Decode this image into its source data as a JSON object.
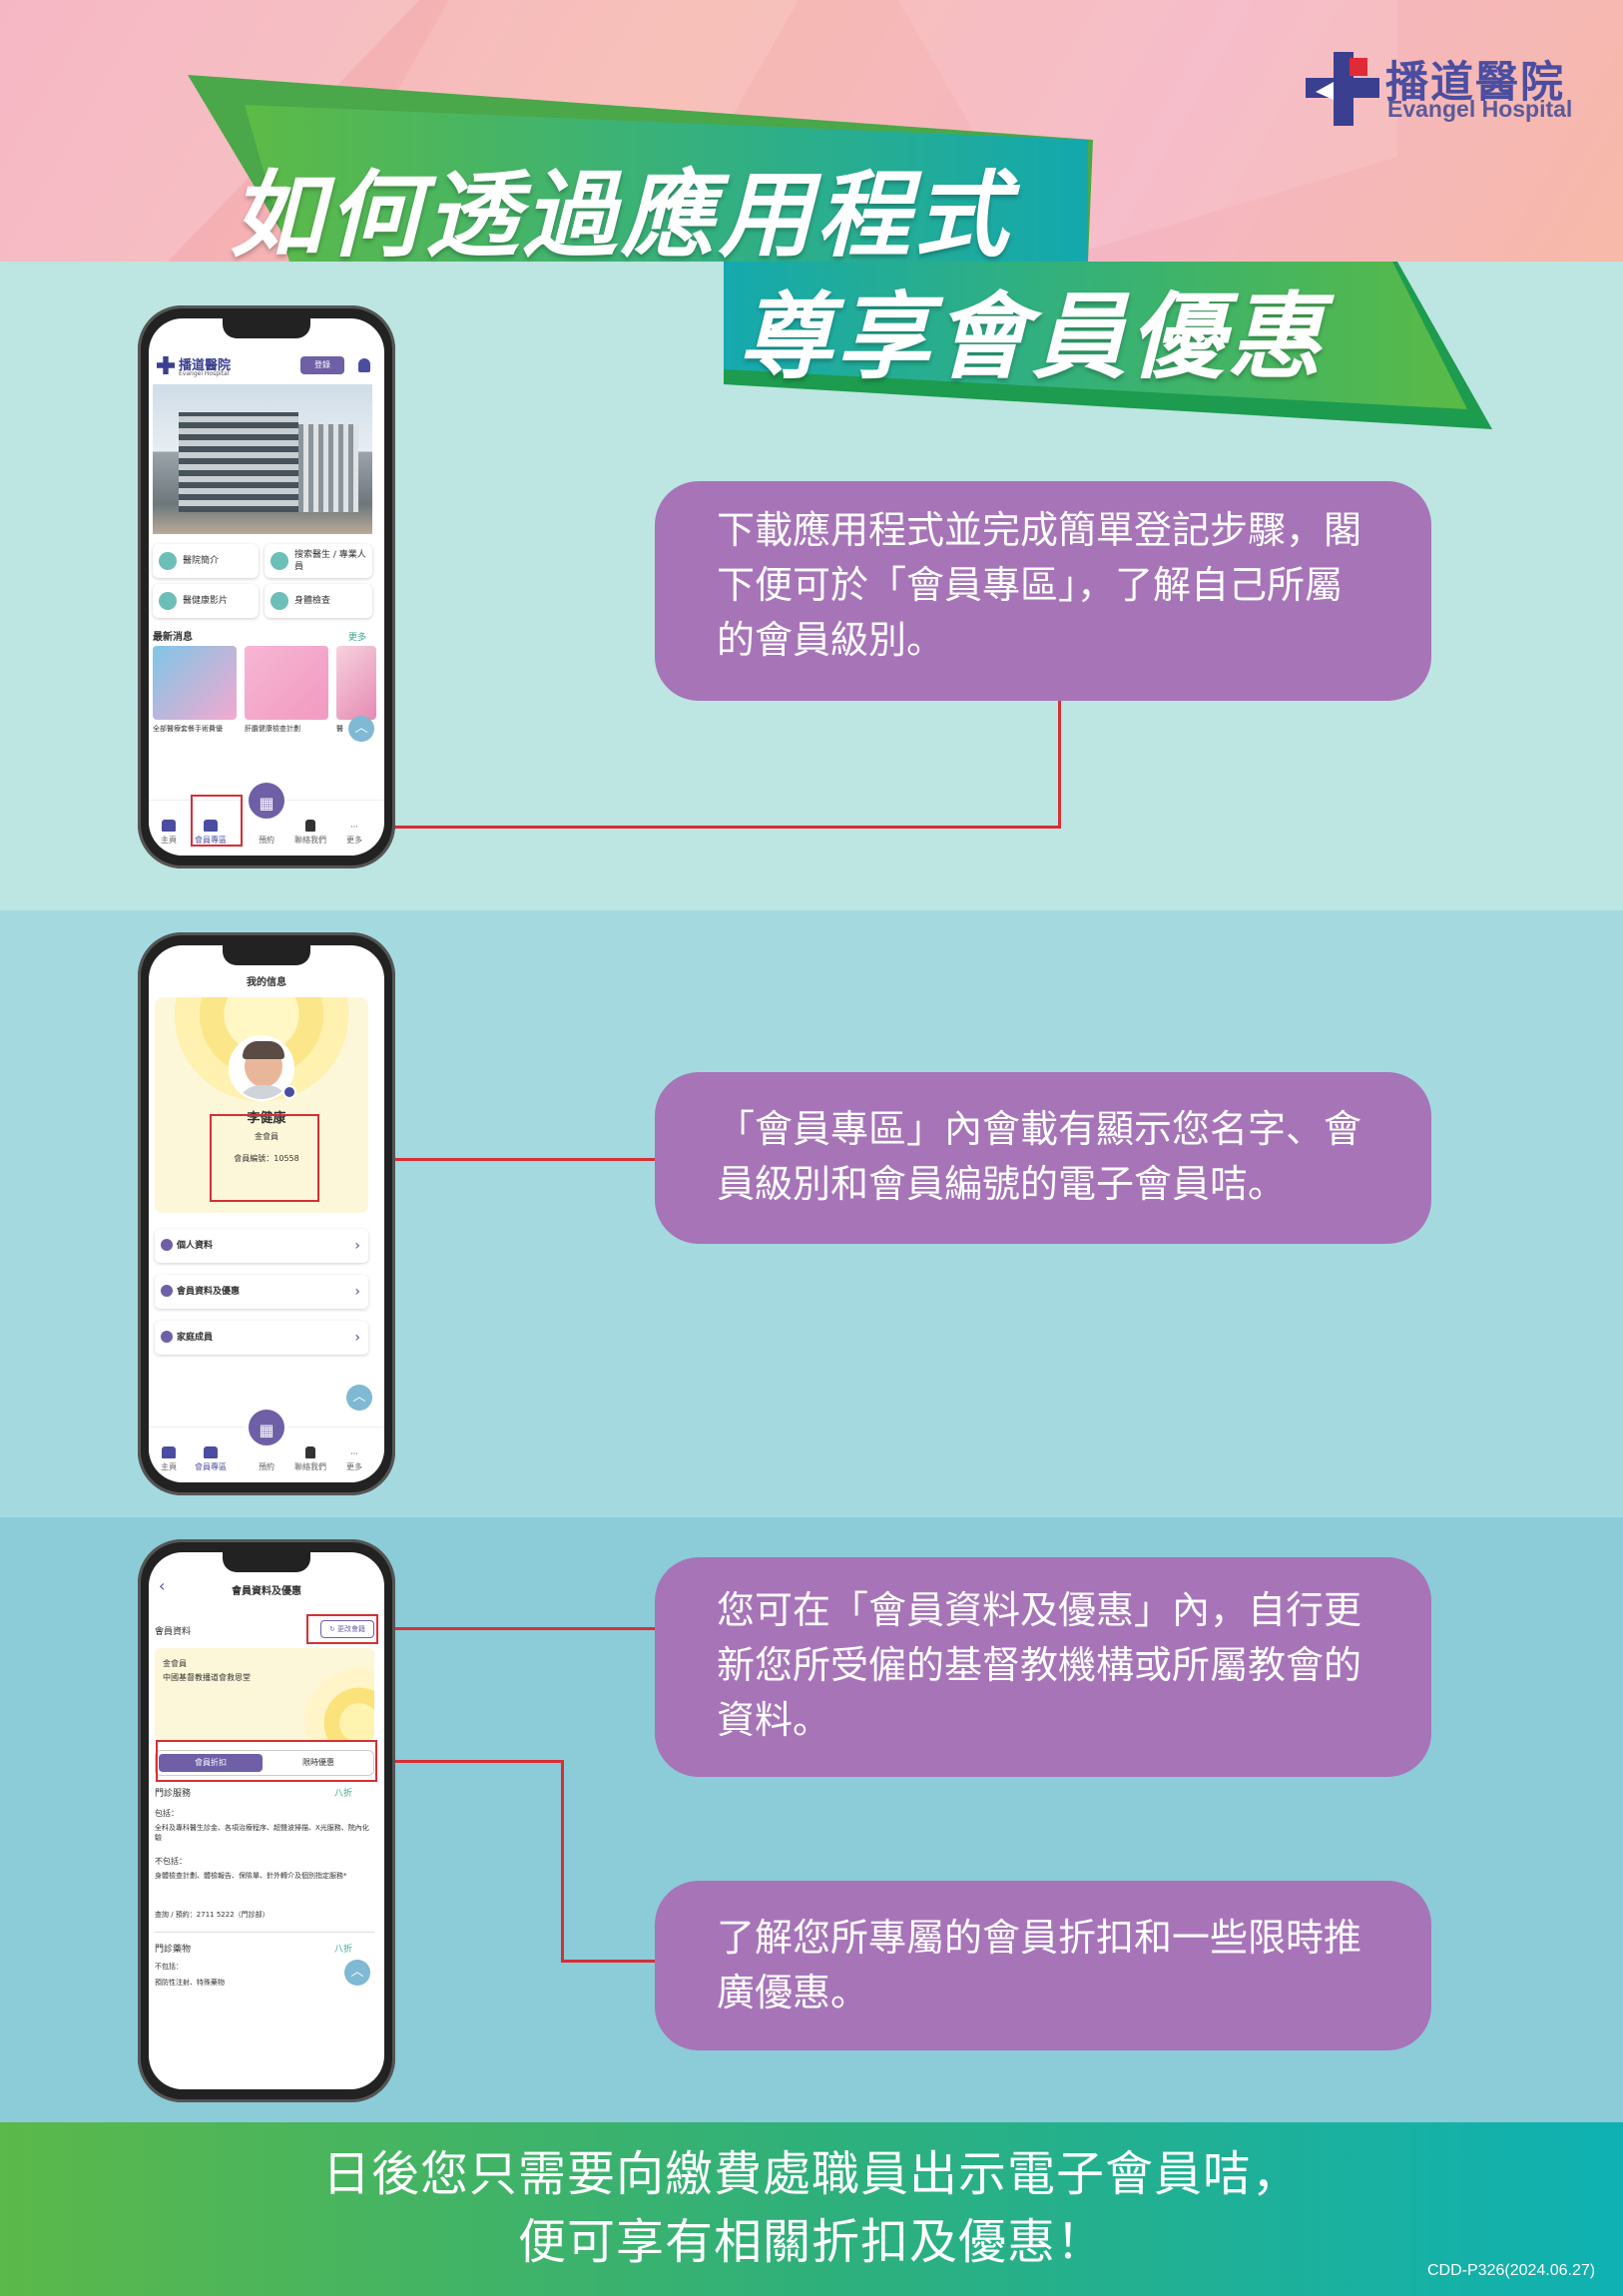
{
  "logo": {
    "name_cn": "播道醫院",
    "name_en": "Evangel Hospital"
  },
  "title": {
    "line1": "如何透過應用程式",
    "line2": "尊享會員優惠"
  },
  "steps": [
    {
      "text": "下載應用程式並完成簡單登記步驟，閣下便可於「會員專區」，了解自己所屬的會員級別。"
    },
    {
      "text": "「會員專區」內會載有顯示您名字、會員級別和會員編號的電子會員咭。"
    },
    {
      "text": "您可在「會員資料及優惠」內，自行更新您所受僱的基督教機構或所屬教會的資料。"
    },
    {
      "text": "了解您所專屬的會員折扣和一些限時推廣優惠。"
    }
  ],
  "footer": {
    "line1": "日後您只需要向繳費處職員出示電子會員咭，",
    "line2": "便可享有相關折扣及優惠！",
    "code": "CDD-P326(2024.06.27)"
  },
  "phone1": {
    "brand": "播道醫院",
    "brand_en": "Evangel Hospital",
    "login": "登錄",
    "tiles": [
      "醫院簡介",
      "搜索醫生 / 專業人員",
      "醫健康影片",
      "身體檢查"
    ],
    "news_title": "最新消息",
    "news_more": "更多",
    "news_items": [
      "全部醫療套餐手術費優",
      "肝膽健康檢查計劃",
      "醫"
    ],
    "nav": [
      "主頁",
      "會員專區",
      "預約",
      "聯絡我們",
      "更多"
    ]
  },
  "phone2": {
    "header": "我的信息",
    "name": "李健康",
    "level": "金會員",
    "member_no": "會員編號：10558",
    "menu": [
      "個人資料",
      "會員資料及優惠",
      "家庭成員"
    ],
    "nav": [
      "主頁",
      "會員專區",
      "預約",
      "聯絡我們",
      "更多"
    ]
  },
  "phone3": {
    "header": "會員資料及優惠",
    "back": "‹",
    "section": "會員資料",
    "update_btn": "更改會籍",
    "card_level": "金會員",
    "card_org": "中國基督教播道會救恩堂",
    "tab_active": "會員折扣",
    "tab_other": "限時優惠",
    "service1": "門診服務",
    "discount1": "八折",
    "include_label": "包括：",
    "include_text": "全科及專科醫生診金、各項治療程序、超聲波掃描、X光服務、院內化驗",
    "exclude_label": "不包括：",
    "exclude_text": "身體檢查計劃、體檢報告、保險單、針外轉介及個別指定服務*",
    "enquiry": "查詢 / 預約：2711 5222（門診部）",
    "service2": "門診藥物",
    "discount2": "八折",
    "exclude2_label": "不包括：",
    "exclude2_text": "預防性注射、特殊藥物"
  },
  "colors": {
    "purple": "#a774b8",
    "red_line": "#d62f35",
    "brand_purple": "#4b4ea0"
  }
}
